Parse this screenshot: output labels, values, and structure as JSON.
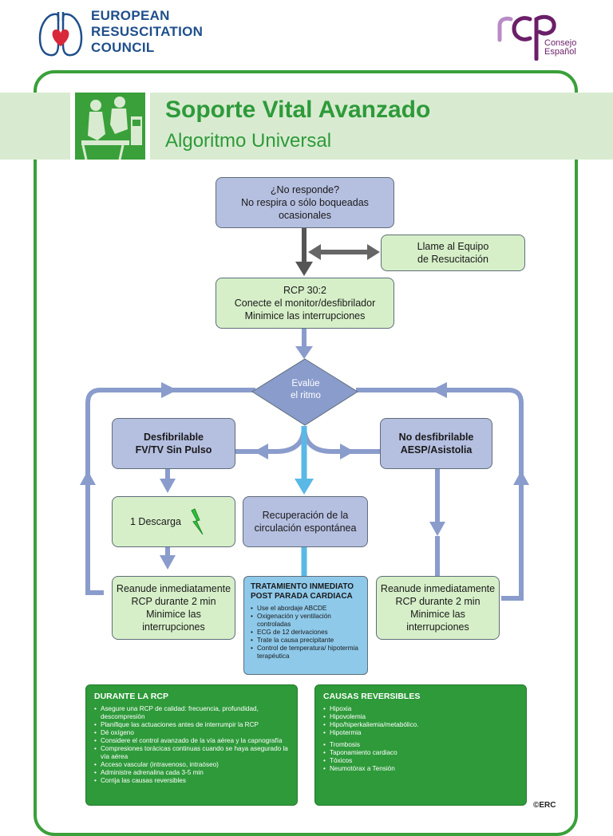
{
  "header": {
    "org_lines": [
      "EUROPEAN",
      "RESUSCITATION",
      "COUNCIL"
    ],
    "partner_sub": [
      "Consejo",
      "Español"
    ]
  },
  "title": "Soporte Vital Avanzado",
  "subtitle": "Algoritmo Universal",
  "nodes": {
    "no_responde": [
      "¿No responde?",
      "No respira o sólo boqueadas ocasionales"
    ],
    "llame": [
      "Llame al Equipo",
      "de Resucitación"
    ],
    "rcp": [
      "RCP 30:2",
      "Conecte el monitor/desfibrilador",
      "Minimice las interrupciones"
    ],
    "evalue": [
      "Evalúe",
      "el ritmo"
    ],
    "desfibrilable": [
      "Desfibrilable",
      "FV/TV Sin Pulso"
    ],
    "no_desfibrilable": [
      "No desfibrilable",
      "AESP/Asistolia"
    ],
    "descarga": "1 Descarga",
    "recuperacion": [
      "Recuperación de la",
      "circulación espontánea"
    ],
    "reanude_left": [
      "Reanude inmediatamente",
      "RCP durante 2 min",
      "Minimice las",
      "interrupciones"
    ],
    "reanude_right": [
      "Reanude inmediatamente",
      "RCP durante 2 min",
      "Minimice las",
      "interrupciones"
    ]
  },
  "post": {
    "title": [
      "TRATAMIENTO INMEDIATO",
      "POST PARADA CARDIACA"
    ],
    "items": [
      "Use el abordaje ABCDE",
      "Oxigenación y ventilación controladas",
      "ECG de 12 derivaciones",
      "Trate la causa precipitante",
      "Control de temperatura/ hipotermia terapéutica"
    ]
  },
  "durante": {
    "title": "DURANTE LA RCP",
    "items": [
      "Asegure una RCP de calidad: frecuencia, profundidad, descompresión",
      "Planifique las actuaciones antes de interrumpir la RCP",
      "Dé oxígeno",
      "Considere el control avanzado de la vía aérea y la capnografía",
      "Compresiones torácicas continuas cuando se haya asegurado la vía aérea",
      "Acceso vascular (intravenoso, intraóseo)",
      "Administre adrenalina cada 3-5 min",
      "Corrija las causas reversibles"
    ]
  },
  "causas": {
    "title": "CAUSAS REVERSIBLES",
    "group1": [
      "Hipoxia",
      "Hipovolemia",
      "Hipo/hiperkaliemia/metabólico.",
      "Hipotermia"
    ],
    "group2": [
      "Trombosis",
      "Taponamiento cardiaco",
      "Tóxicos",
      "Neumotórax a Tensión"
    ]
  },
  "copyright": "©ERC",
  "colors": {
    "green": "#2e9a3a",
    "light_green": "#d8ebd0",
    "lavender": "#b5bfe0",
    "box_green": "#d6efc8",
    "light_blue": "#8ec9ea",
    "arrow_blue": "#8a9ccc",
    "navy": "#1f4f8b",
    "purple": "#6b1f68"
  }
}
